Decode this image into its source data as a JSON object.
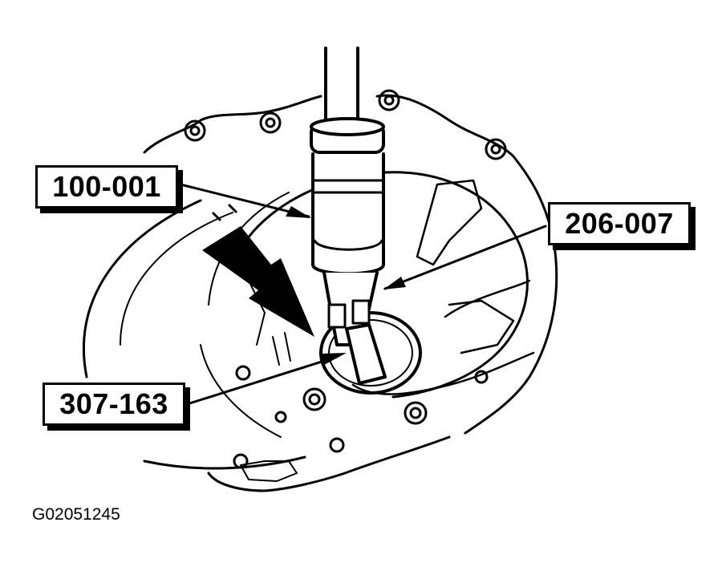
{
  "callouts": {
    "tool_a": "100-001",
    "tool_b": "206-007",
    "tool_c": "307-163"
  },
  "figure_id": "G02051245",
  "colors": {
    "ink": "#000000",
    "paper": "#ffffff"
  }
}
